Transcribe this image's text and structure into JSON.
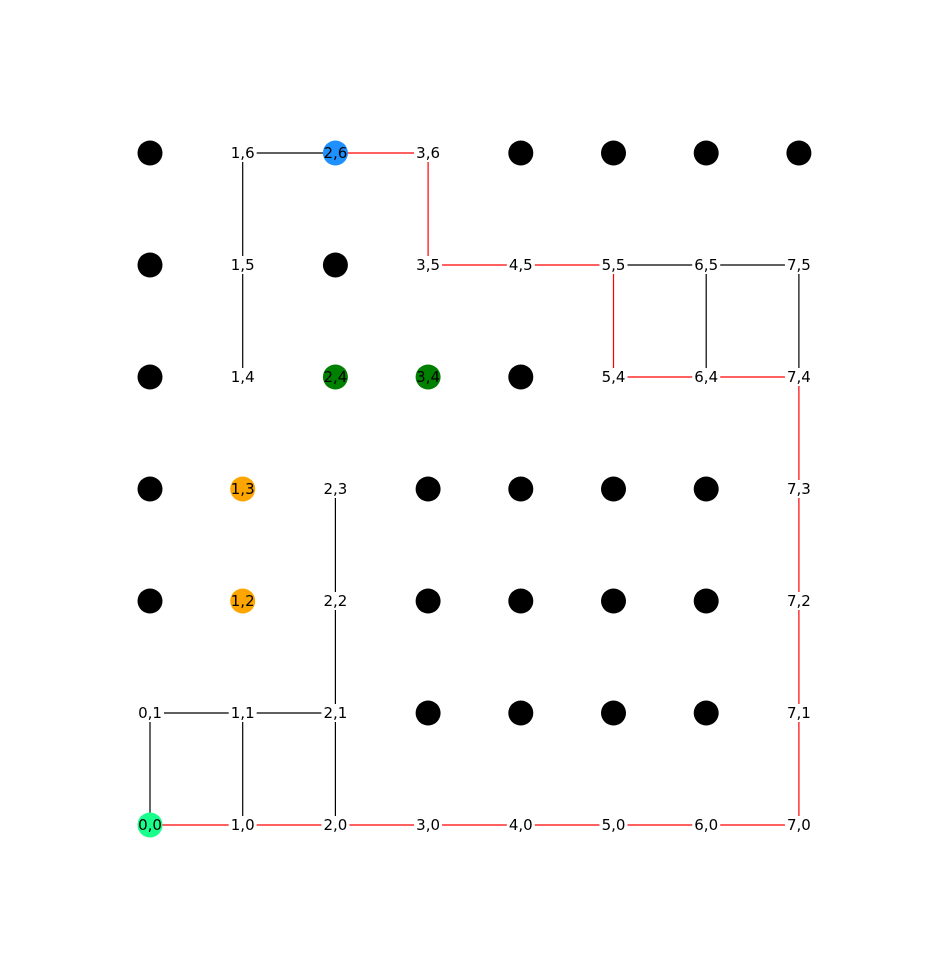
{
  "graph": {
    "colors": {
      "path_edge": "#ff0000",
      "edge": "#000000",
      "node_default": "#000000",
      "start": "#1aff8c",
      "goal": "#1e90ff",
      "orange": "#ffa500",
      "green": "#008000"
    },
    "labeled_nodes": [
      {
        "x": 0,
        "y": 0,
        "label": "0,0",
        "marker": "start"
      },
      {
        "x": 1,
        "y": 0,
        "label": "1,0",
        "marker": "none"
      },
      {
        "x": 2,
        "y": 0,
        "label": "2,0",
        "marker": "none"
      },
      {
        "x": 3,
        "y": 0,
        "label": "3,0",
        "marker": "none"
      },
      {
        "x": 4,
        "y": 0,
        "label": "4,0",
        "marker": "none"
      },
      {
        "x": 5,
        "y": 0,
        "label": "5,0",
        "marker": "none"
      },
      {
        "x": 6,
        "y": 0,
        "label": "6,0",
        "marker": "none"
      },
      {
        "x": 7,
        "y": 0,
        "label": "7,0",
        "marker": "none"
      },
      {
        "x": 0,
        "y": 1,
        "label": "0,1",
        "marker": "none"
      },
      {
        "x": 1,
        "y": 1,
        "label": "1,1",
        "marker": "none"
      },
      {
        "x": 2,
        "y": 1,
        "label": "2,1",
        "marker": "none"
      },
      {
        "x": 7,
        "y": 1,
        "label": "7,1",
        "marker": "none"
      },
      {
        "x": 1,
        "y": 2,
        "label": "1,2",
        "marker": "orange"
      },
      {
        "x": 2,
        "y": 2,
        "label": "2,2",
        "marker": "none"
      },
      {
        "x": 7,
        "y": 2,
        "label": "7,2",
        "marker": "none"
      },
      {
        "x": 1,
        "y": 3,
        "label": "1,3",
        "marker": "orange"
      },
      {
        "x": 2,
        "y": 3,
        "label": "2,3",
        "marker": "none"
      },
      {
        "x": 7,
        "y": 3,
        "label": "7,3",
        "marker": "none"
      },
      {
        "x": 1,
        "y": 4,
        "label": "1,4",
        "marker": "none"
      },
      {
        "x": 2,
        "y": 4,
        "label": "2,4",
        "marker": "green"
      },
      {
        "x": 3,
        "y": 4,
        "label": "3,4",
        "marker": "green"
      },
      {
        "x": 5,
        "y": 4,
        "label": "5,4",
        "marker": "none"
      },
      {
        "x": 6,
        "y": 4,
        "label": "6,4",
        "marker": "none"
      },
      {
        "x": 7,
        "y": 4,
        "label": "7,4",
        "marker": "none"
      },
      {
        "x": 1,
        "y": 5,
        "label": "1,5",
        "marker": "none"
      },
      {
        "x": 3,
        "y": 5,
        "label": "3,5",
        "marker": "none"
      },
      {
        "x": 4,
        "y": 5,
        "label": "4,5",
        "marker": "none"
      },
      {
        "x": 5,
        "y": 5,
        "label": "5,5",
        "marker": "none"
      },
      {
        "x": 6,
        "y": 5,
        "label": "6,5",
        "marker": "none"
      },
      {
        "x": 7,
        "y": 5,
        "label": "7,5",
        "marker": "none"
      },
      {
        "x": 1,
        "y": 6,
        "label": "1,6",
        "marker": "none"
      },
      {
        "x": 2,
        "y": 6,
        "label": "2,6",
        "marker": "goal"
      },
      {
        "x": 3,
        "y": 6,
        "label": "3,6",
        "marker": "none"
      }
    ],
    "blocked_nodes": [
      [
        3,
        1
      ],
      [
        4,
        1
      ],
      [
        5,
        1
      ],
      [
        6,
        1
      ],
      [
        0,
        2
      ],
      [
        3,
        2
      ],
      [
        4,
        2
      ],
      [
        5,
        2
      ],
      [
        6,
        2
      ],
      [
        0,
        3
      ],
      [
        3,
        3
      ],
      [
        4,
        3
      ],
      [
        5,
        3
      ],
      [
        6,
        3
      ],
      [
        0,
        4
      ],
      [
        4,
        4
      ],
      [
        0,
        5
      ],
      [
        2,
        5
      ],
      [
        0,
        6
      ],
      [
        4,
        6
      ],
      [
        5,
        6
      ],
      [
        6,
        6
      ],
      [
        7,
        6
      ]
    ],
    "edges": [
      {
        "from": [
          0,
          0
        ],
        "to": [
          1,
          0
        ],
        "path": true
      },
      {
        "from": [
          1,
          0
        ],
        "to": [
          2,
          0
        ],
        "path": true
      },
      {
        "from": [
          2,
          0
        ],
        "to": [
          3,
          0
        ],
        "path": true
      },
      {
        "from": [
          3,
          0
        ],
        "to": [
          4,
          0
        ],
        "path": true
      },
      {
        "from": [
          4,
          0
        ],
        "to": [
          5,
          0
        ],
        "path": true
      },
      {
        "from": [
          5,
          0
        ],
        "to": [
          6,
          0
        ],
        "path": true
      },
      {
        "from": [
          6,
          0
        ],
        "to": [
          7,
          0
        ],
        "path": true
      },
      {
        "from": [
          7,
          0
        ],
        "to": [
          7,
          1
        ],
        "path": true
      },
      {
        "from": [
          7,
          1
        ],
        "to": [
          7,
          2
        ],
        "path": true
      },
      {
        "from": [
          7,
          2
        ],
        "to": [
          7,
          3
        ],
        "path": true
      },
      {
        "from": [
          7,
          3
        ],
        "to": [
          7,
          4
        ],
        "path": true
      },
      {
        "from": [
          7,
          4
        ],
        "to": [
          6,
          4
        ],
        "path": true
      },
      {
        "from": [
          6,
          4
        ],
        "to": [
          5,
          4
        ],
        "path": true
      },
      {
        "from": [
          5,
          4
        ],
        "to": [
          5,
          5
        ],
        "path": true
      },
      {
        "from": [
          5,
          5
        ],
        "to": [
          4,
          5
        ],
        "path": true
      },
      {
        "from": [
          4,
          5
        ],
        "to": [
          3,
          5
        ],
        "path": true
      },
      {
        "from": [
          3,
          5
        ],
        "to": [
          3,
          6
        ],
        "path": true
      },
      {
        "from": [
          3,
          6
        ],
        "to": [
          2,
          6
        ],
        "path": true
      },
      {
        "from": [
          0,
          0
        ],
        "to": [
          0,
          1
        ],
        "path": false
      },
      {
        "from": [
          0,
          1
        ],
        "to": [
          1,
          1
        ],
        "path": false
      },
      {
        "from": [
          1,
          1
        ],
        "to": [
          2,
          1
        ],
        "path": false
      },
      {
        "from": [
          1,
          0
        ],
        "to": [
          1,
          1
        ],
        "path": false
      },
      {
        "from": [
          2,
          0
        ],
        "to": [
          2,
          1
        ],
        "path": false
      },
      {
        "from": [
          2,
          1
        ],
        "to": [
          2,
          2
        ],
        "path": false
      },
      {
        "from": [
          2,
          2
        ],
        "to": [
          2,
          3
        ],
        "path": false
      },
      {
        "from": [
          1,
          4
        ],
        "to": [
          1,
          5
        ],
        "path": false
      },
      {
        "from": [
          1,
          5
        ],
        "to": [
          1,
          6
        ],
        "path": false
      },
      {
        "from": [
          1,
          6
        ],
        "to": [
          2,
          6
        ],
        "path": false
      },
      {
        "from": [
          5,
          5
        ],
        "to": [
          6,
          5
        ],
        "path": false
      },
      {
        "from": [
          6,
          5
        ],
        "to": [
          7,
          5
        ],
        "path": false
      },
      {
        "from": [
          6,
          4
        ],
        "to": [
          6,
          5
        ],
        "path": false
      },
      {
        "from": [
          7,
          4
        ],
        "to": [
          7,
          5
        ],
        "path": false
      }
    ]
  }
}
